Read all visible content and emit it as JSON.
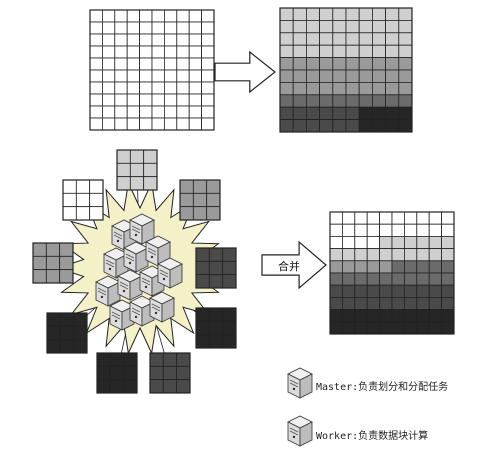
{
  "merge_label": "合并",
  "legend": [
    {
      "label": "Master:负责划分和分配任务",
      "icon": "server-master-icon"
    },
    {
      "label": "Worker:负责数据块计算",
      "icon": "server-worker-icon"
    }
  ],
  "colors": {
    "white_cell": "#ffffff",
    "light_gray": "#cfcfcf",
    "mid_gray": "#9a9a9a",
    "dark_gray": "#6b6b6b",
    "darker_gray": "#4a4a4a",
    "black_cell": "#262626",
    "line": "#222222",
    "burst_fill": "#f4f1c8"
  }
}
